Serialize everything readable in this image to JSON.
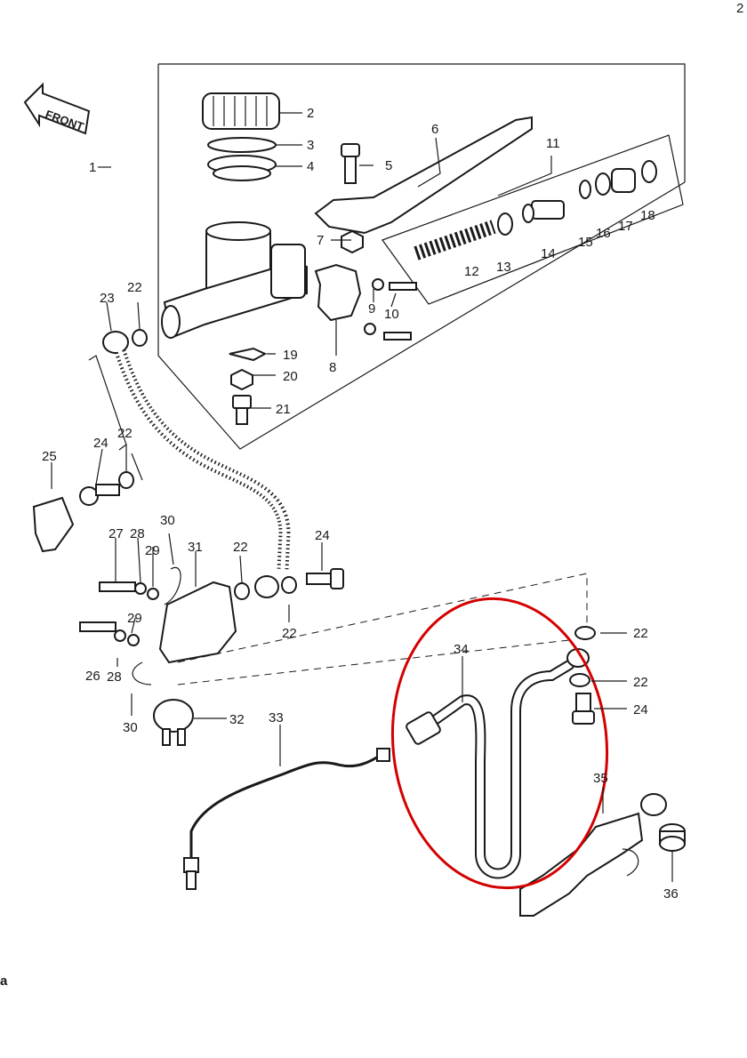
{
  "diagram": {
    "front_label": "FRONT",
    "corner_mark": "2",
    "left_edge_mark": "a",
    "highlight_color": "#d40000",
    "ink_color": "#1a1a1a",
    "callouts": [
      {
        "id": "c1",
        "text": "1"
      },
      {
        "id": "c2",
        "text": "2"
      },
      {
        "id": "c3",
        "text": "3"
      },
      {
        "id": "c4",
        "text": "4"
      },
      {
        "id": "c5",
        "text": "5"
      },
      {
        "id": "c6",
        "text": "6"
      },
      {
        "id": "c7",
        "text": "7"
      },
      {
        "id": "c8",
        "text": "8"
      },
      {
        "id": "c9",
        "text": "9"
      },
      {
        "id": "c10",
        "text": "10"
      },
      {
        "id": "c11",
        "text": "11"
      },
      {
        "id": "c12",
        "text": "12"
      },
      {
        "id": "c13",
        "text": "13"
      },
      {
        "id": "c14",
        "text": "14"
      },
      {
        "id": "c15",
        "text": "15"
      },
      {
        "id": "c16",
        "text": "16"
      },
      {
        "id": "c17",
        "text": "17"
      },
      {
        "id": "c18",
        "text": "18"
      },
      {
        "id": "c19",
        "text": "19"
      },
      {
        "id": "c20",
        "text": "20"
      },
      {
        "id": "c21",
        "text": "21"
      },
      {
        "id": "c22a",
        "text": "22"
      },
      {
        "id": "c22b",
        "text": "22"
      },
      {
        "id": "c22c",
        "text": "22"
      },
      {
        "id": "c22d",
        "text": "22"
      },
      {
        "id": "c22e",
        "text": "22"
      },
      {
        "id": "c22f",
        "text": "22"
      },
      {
        "id": "c22g",
        "text": "22"
      },
      {
        "id": "c23",
        "text": "23"
      },
      {
        "id": "c24a",
        "text": "24"
      },
      {
        "id": "c24b",
        "text": "24"
      },
      {
        "id": "c24c",
        "text": "24"
      },
      {
        "id": "c25",
        "text": "25"
      },
      {
        "id": "c26",
        "text": "26"
      },
      {
        "id": "c27",
        "text": "27"
      },
      {
        "id": "c28a",
        "text": "28"
      },
      {
        "id": "c28b",
        "text": "28"
      },
      {
        "id": "c29a",
        "text": "29"
      },
      {
        "id": "c29b",
        "text": "29"
      },
      {
        "id": "c30a",
        "text": "30"
      },
      {
        "id": "c30b",
        "text": "30"
      },
      {
        "id": "c31",
        "text": "31"
      },
      {
        "id": "c32",
        "text": "32"
      },
      {
        "id": "c33",
        "text": "33"
      },
      {
        "id": "c34",
        "text": "34"
      },
      {
        "id": "c35",
        "text": "35"
      },
      {
        "id": "c36",
        "text": "36"
      }
    ]
  }
}
